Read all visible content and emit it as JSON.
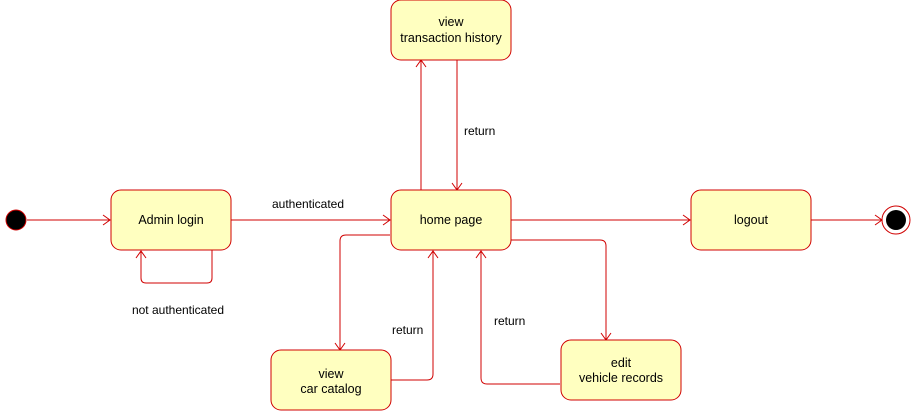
{
  "states": {
    "admin_login": "Admin login",
    "home_page": "home page",
    "view_transaction_history": [
      "view",
      "transaction history"
    ],
    "logout": "logout",
    "view_car_catalog": [
      "view",
      "car catalog"
    ],
    "edit_vehicle_records": [
      "edit",
      "vehicle records"
    ]
  },
  "edges": {
    "authenticated": "authenticated",
    "not_authenticated": "not authenticated",
    "return_transaction": "return",
    "return_catalog": "return",
    "return_records": "return"
  },
  "colors": {
    "state_fill": "#ffffc0",
    "line": "#d00000",
    "text": "#000000"
  }
}
